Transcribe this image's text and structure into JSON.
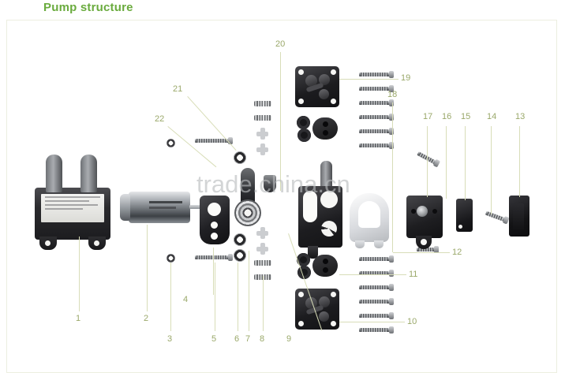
{
  "page": {
    "title": "Pump structure",
    "title_color": "#6aab3e",
    "background": "#ffffff",
    "border_color": "#eceee0",
    "leader_line_color": "#d8ddb8",
    "label_color": "#9aa86a"
  },
  "watermark": {
    "text": "trade.china.cn",
    "color": "#b9bcbe"
  },
  "diagram": {
    "type": "exploded-assembly-view",
    "subject": "diaphragm water pump",
    "callouts": [
      {
        "number": "1",
        "part": "pump-assembly-body"
      },
      {
        "number": "2",
        "part": "dc-motor"
      },
      {
        "number": "3",
        "part": "flat-washer"
      },
      {
        "number": "4",
        "part": "motor-mount-screw"
      },
      {
        "number": "5",
        "part": "eccentric-mount-plate"
      },
      {
        "number": "6",
        "part": "washer"
      },
      {
        "number": "7",
        "part": "star-washer"
      },
      {
        "number": "8",
        "part": "cross-washer"
      },
      {
        "number": "9",
        "part": "nozzle-cone"
      },
      {
        "number": "10",
        "part": "lower-valve-plate"
      },
      {
        "number": "11",
        "part": "lower-diaphragm-gasket"
      },
      {
        "number": "12",
        "part": "short-screw"
      },
      {
        "number": "13",
        "part": "end-cap"
      },
      {
        "number": "14",
        "part": "cap-screw"
      },
      {
        "number": "15",
        "part": "terminal-block"
      },
      {
        "number": "16",
        "part": "pressure-switch-housing"
      },
      {
        "number": "17",
        "part": "switch-adjust-screw"
      },
      {
        "number": "18",
        "part": "long-screw-set"
      },
      {
        "number": "19",
        "part": "upper-valve-plate"
      },
      {
        "number": "20",
        "part": "pump-manifold"
      },
      {
        "number": "21",
        "part": "bearing-and-lever"
      },
      {
        "number": "22",
        "part": "long-bolt"
      }
    ]
  }
}
